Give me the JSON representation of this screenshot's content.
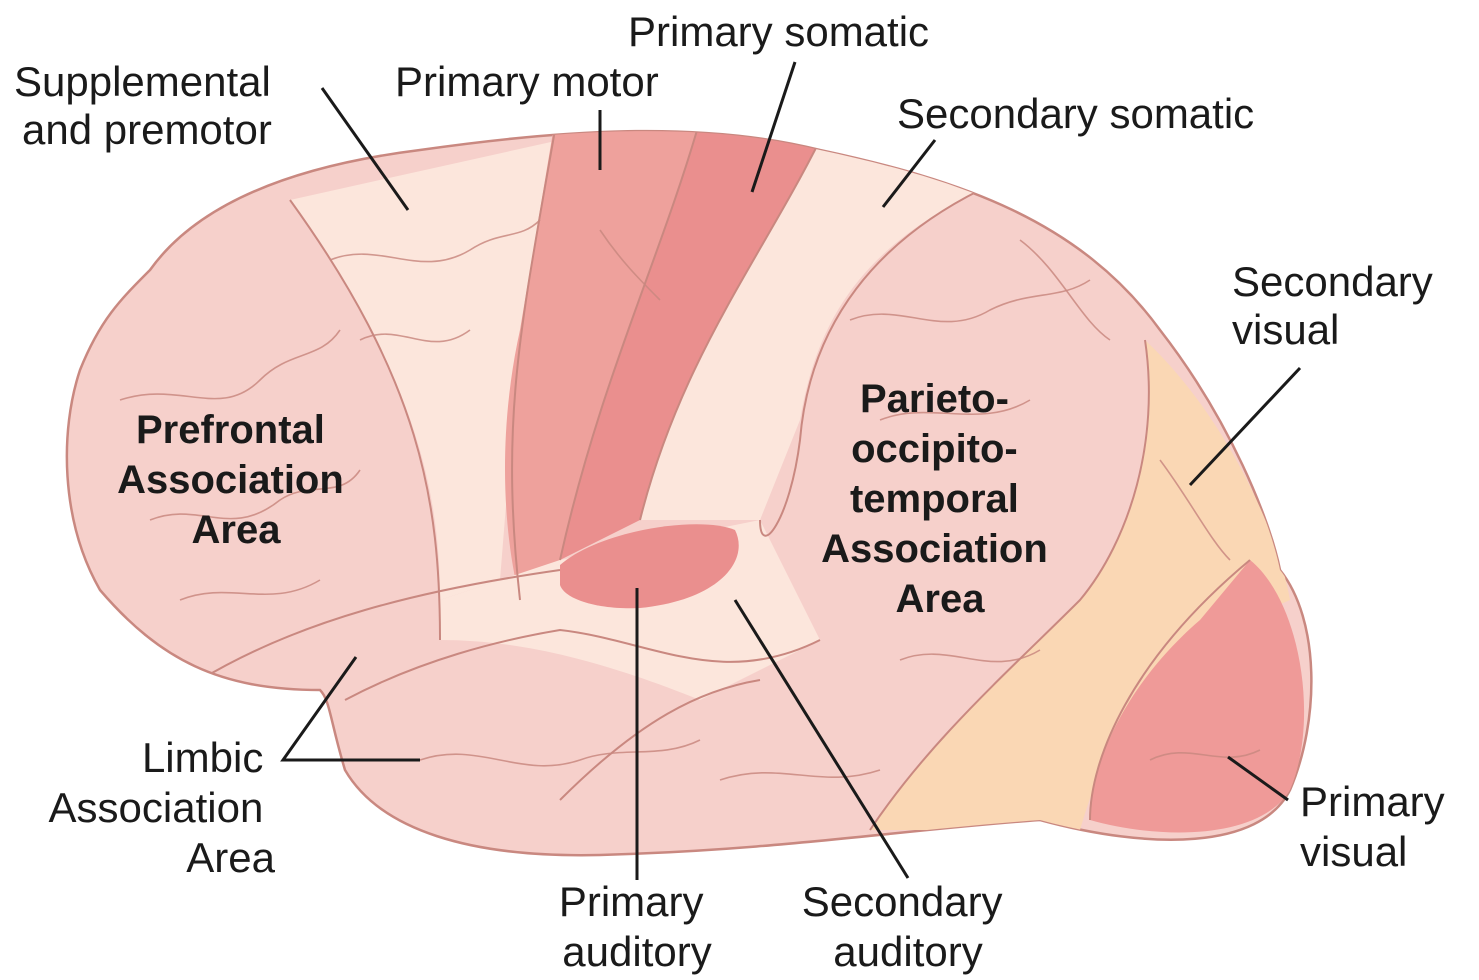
{
  "labels": {
    "primary_somatic": "Primary somatic",
    "supplemental_premotor": [
      "Supplemental",
      "and premotor"
    ],
    "primary_motor": "Primary motor",
    "secondary_somatic": "Secondary somatic",
    "secondary_visual": [
      "Secondary",
      "visual"
    ],
    "prefrontal": [
      "Prefrontal",
      "Association",
      "Area"
    ],
    "parieto": [
      "Parieto-",
      "occipito-",
      "temporal",
      "Association",
      "Area"
    ],
    "limbic": [
      "Limbic",
      "Association",
      "Area"
    ],
    "primary_auditory": [
      "Primary",
      "auditory"
    ],
    "secondary_auditory": [
      "Secondary",
      "auditory"
    ],
    "primary_visual": [
      "Primary",
      "visual"
    ]
  },
  "colors": {
    "background": "#ffffff",
    "association_pink": "#f6d0cb",
    "premotor_cream": "#fce6dc",
    "motor_rose": "#eea19c",
    "somatic_red": "#ea8f8e",
    "secondary_peach": "#fbdcc5",
    "visual_tan": "#fad7b4",
    "primary_visual_red": "#ef9a98",
    "outline": "#c98880"
  }
}
